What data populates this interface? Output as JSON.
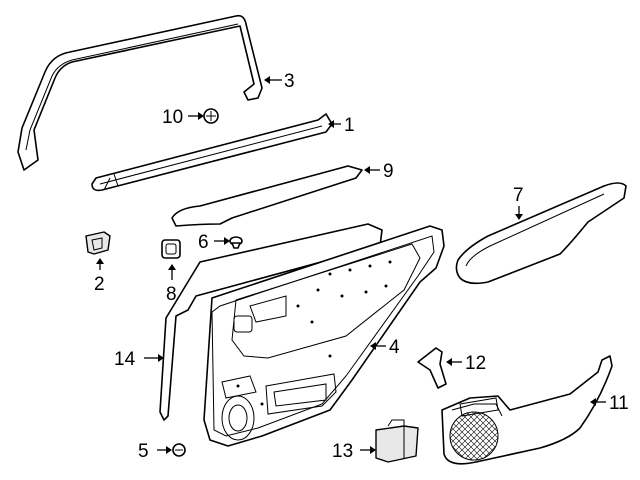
{
  "diagram": {
    "callouts": [
      {
        "id": "1",
        "text": "1"
      },
      {
        "id": "2",
        "text": "2"
      },
      {
        "id": "3",
        "text": "3"
      },
      {
        "id": "4",
        "text": "4"
      },
      {
        "id": "5",
        "text": "5"
      },
      {
        "id": "6",
        "text": "6"
      },
      {
        "id": "7",
        "text": "7"
      },
      {
        "id": "8",
        "text": "8"
      },
      {
        "id": "9",
        "text": "9"
      },
      {
        "id": "10",
        "text": "10"
      },
      {
        "id": "11",
        "text": "11"
      },
      {
        "id": "12",
        "text": "12"
      },
      {
        "id": "13",
        "text": "13"
      },
      {
        "id": "14",
        "text": "14"
      }
    ]
  }
}
